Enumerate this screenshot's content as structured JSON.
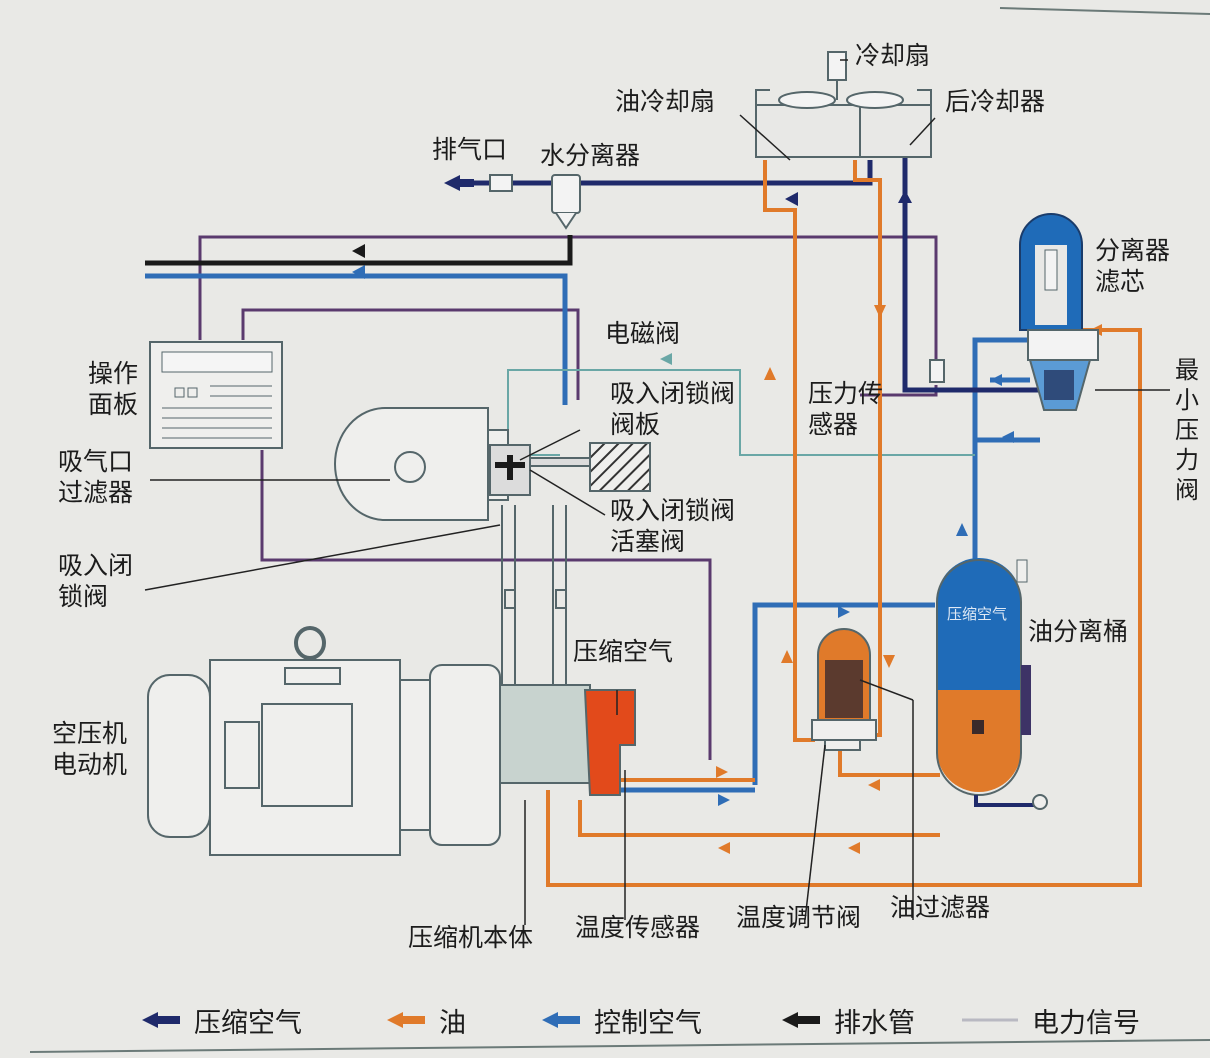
{
  "labels": {
    "cooling_fan": "冷却扇",
    "oil_cooling_fan": "油冷却扇",
    "aftercooler": "后冷却器",
    "exhaust_port": "排气口",
    "water_separator": "水分离器",
    "separator_element": "分离器滤芯",
    "solenoid_valve": "电磁阀",
    "control_panel": "操作面板",
    "intake_lock_valve_plate": "吸入闭锁阀阀板",
    "pressure_sensor": "压力传感器",
    "min_pressure_valve": "最小压力阀",
    "air_intake_filter": "吸气口过滤器",
    "intake_lock_valve_piston": "吸入闭锁阀活塞阀",
    "intake_lock_valve": "吸入闭锁阀",
    "oil_separator_tank": "油分离桶",
    "compressed_air_callout": "压缩空气",
    "tank_marking": "压缩空气",
    "motor": "空压机电动机",
    "compressor_body": "压缩机本体",
    "temperature_sensor": "温度传感器",
    "temperature_control_valve": "温度调节阀",
    "oil_filter": "油过滤器"
  },
  "legend": [
    {
      "label": "压缩空气",
      "color": "#1f2a6b"
    },
    {
      "label": "油",
      "color": "#e07a2a"
    },
    {
      "label": "控制空气",
      "color": "#2f6db6"
    },
    {
      "label": "排水管",
      "color": "#1a1a1a"
    },
    {
      "label": "电力信号",
      "color": "#b9b9c2"
    }
  ],
  "colors": {
    "compressed_air": "#1f2a6b",
    "oil": "#e07a2a",
    "control_air": "#2f6db6",
    "drain": "#1a1a1a",
    "electric_signal": "#5a3a6e",
    "signal_teal": "#6aa7a6",
    "background": "#e9e9e6"
  }
}
